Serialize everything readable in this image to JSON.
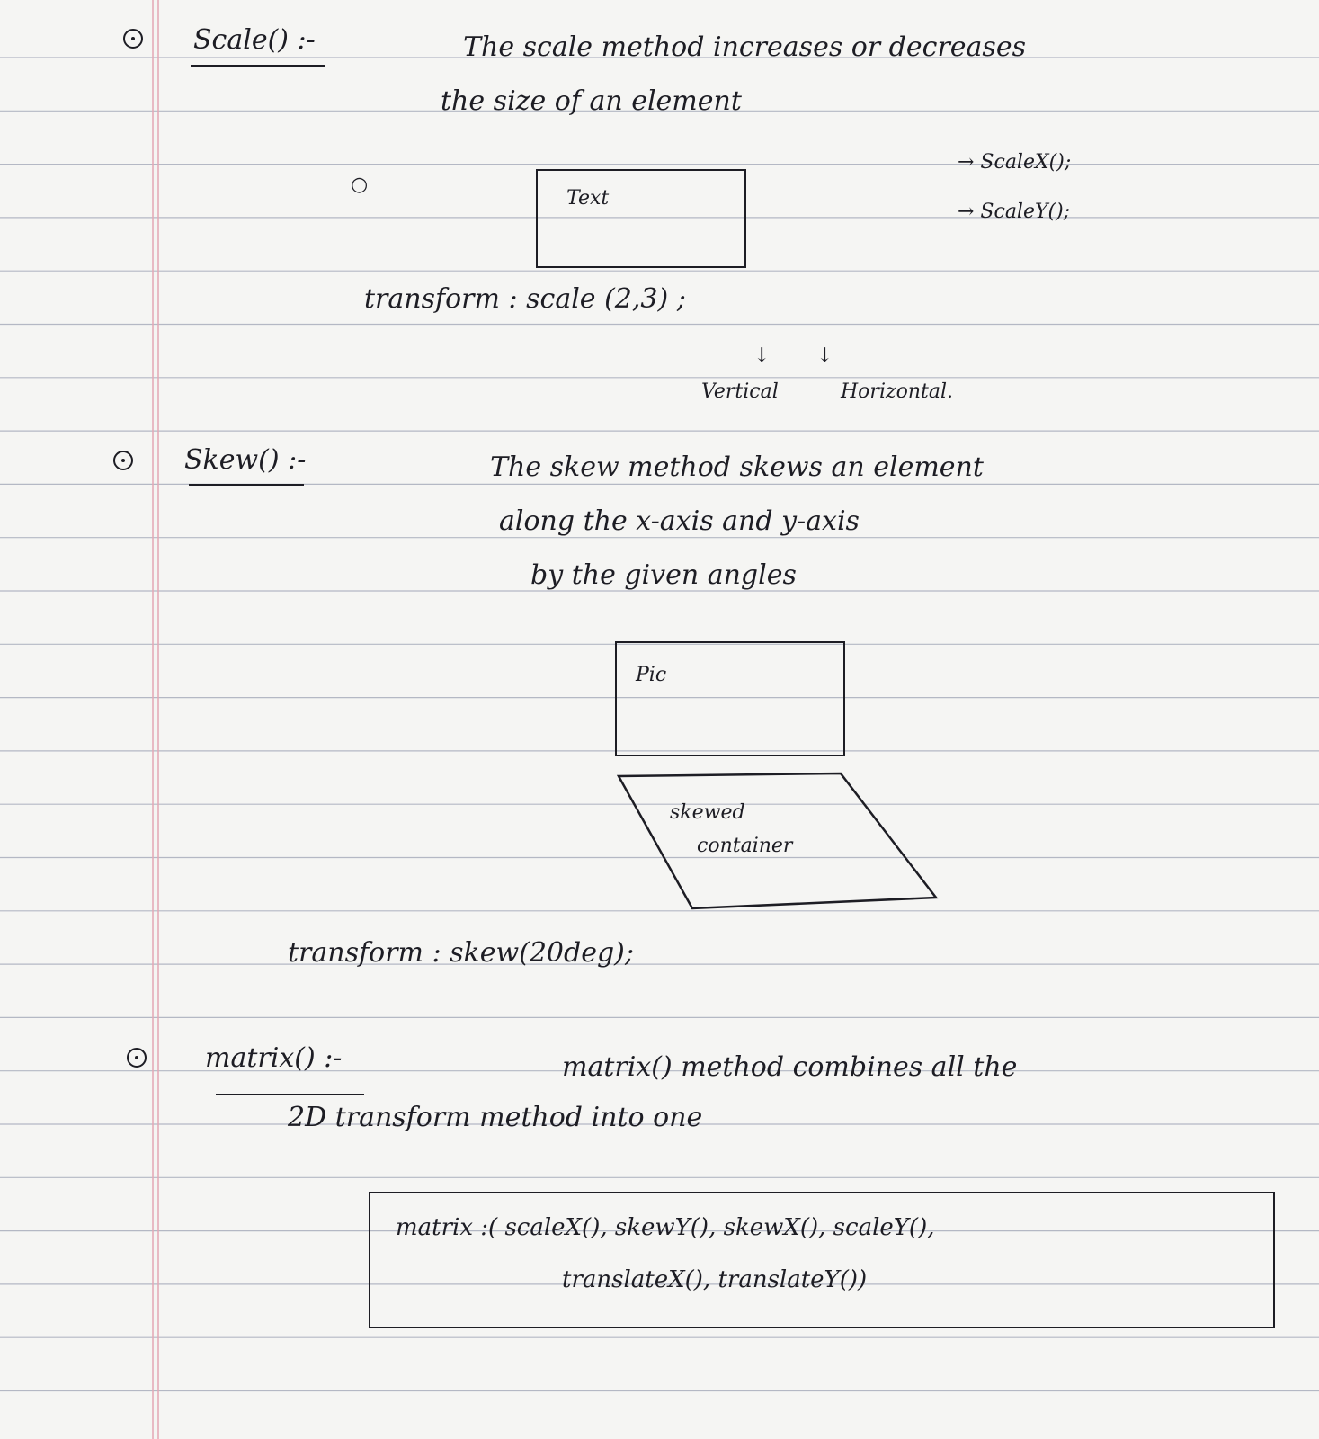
{
  "scale_section": {
    "heading": "Scale() :-",
    "desc_line1": "The scale method increases or decreases",
    "desc_line2": "the size of an element",
    "sub_1": "→ ScaleX();",
    "sub_2": "→ ScaleY();",
    "box_label": "Text",
    "code": "transform : scale (2,3) ;",
    "label_vertical": "Vertical",
    "label_horizontal": "Horizontal."
  },
  "skew_section": {
    "heading": "Skew() :-",
    "desc_line1": "The skew method skews an element",
    "desc_line2": "along the x-axis and y-axis",
    "desc_line3": "by the given angles",
    "box_label": "Pic",
    "skewed_line1": "skewed",
    "skewed_line2": "container",
    "code": "transform : skew(20deg);"
  },
  "matrix_section": {
    "heading": "matrix() :-",
    "desc_line1": "matrix() method combines all the",
    "desc_line2": "2D transform method into one",
    "code_line1": "matrix :( scaleX(), skewY(), skewX(), scaleY(),",
    "code_line2": "translateX(), translateY())"
  }
}
